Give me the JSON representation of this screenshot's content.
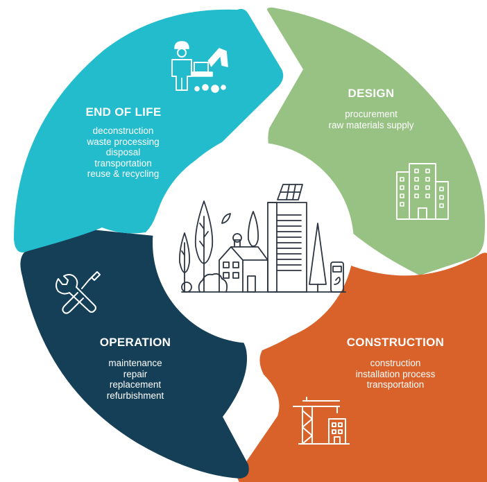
{
  "segments": [
    {
      "id": "design",
      "title": "DESIGN",
      "color": "#97c283",
      "icon": "office-building-icon",
      "items": [
        "procurement",
        "raw materials supply"
      ]
    },
    {
      "id": "construction",
      "title": "CONSTRUCTION",
      "color": "#d9622b",
      "icon": "construction-crane-icon",
      "items": [
        "construction",
        "installation process",
        "transportation"
      ]
    },
    {
      "id": "operation",
      "title": "OPERATION",
      "color": "#143f56",
      "icon": "wrench-screwdriver-icon",
      "items": [
        "maintenance",
        "repair",
        "replacement",
        "refurbishment"
      ]
    },
    {
      "id": "end_of_life",
      "title": "END OF LIFE",
      "color": "#22bccd",
      "icon": "worker-excavator-icon",
      "items": [
        "deconstruction",
        "waste processing",
        "disposal",
        "transportation",
        "reuse & recycling"
      ]
    }
  ],
  "center": {
    "icon": "sustainable-city-icon"
  }
}
